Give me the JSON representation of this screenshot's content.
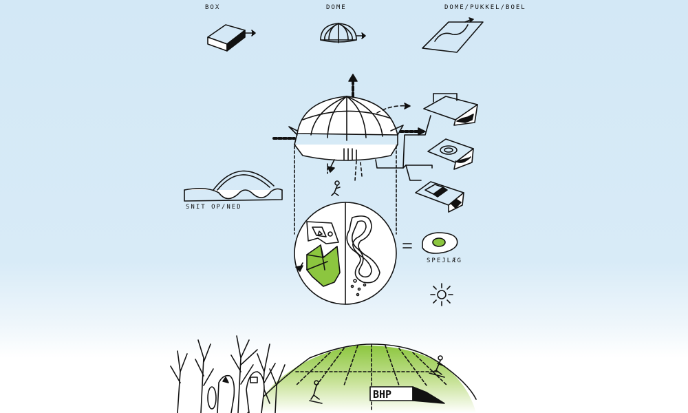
{
  "labels": {
    "box": "BOX",
    "dome": "DOME",
    "dome_hump_bowl": "DOME/PUKKEL/BOEL",
    "section": "SNIT OP/NED",
    "egg": "SPEJLÆG",
    "sign": "BHP"
  },
  "colors": {
    "sky": "#d3e8f6",
    "green": "#8cc63f",
    "ink": "#111111"
  }
}
